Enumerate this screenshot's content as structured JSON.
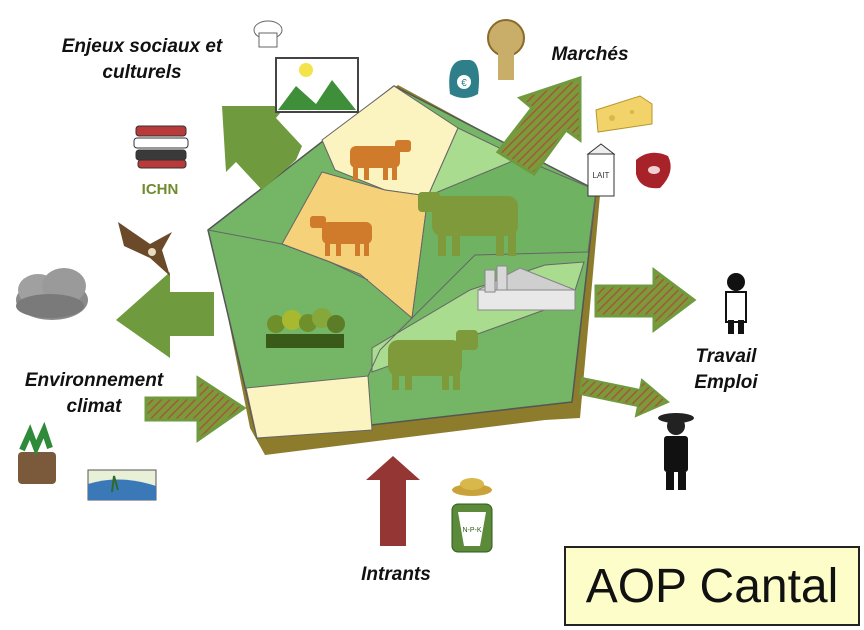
{
  "labels": {
    "social": [
      "Enjeux sociaux et",
      "culturels"
    ],
    "markets": "Marchés",
    "work": [
      "Travail",
      "Emploi"
    ],
    "environment": [
      "Environnement",
      "climat"
    ],
    "inputs": "Intrants",
    "ichn": "ICHN"
  },
  "icons": {
    "milk_carton": "LAIT",
    "bag": "N-P-K"
  },
  "title": "AOP Cantal",
  "colors": {
    "arrow_green": "#6f9a3d",
    "arrow_hatched": "#8a5a3c",
    "arrow_dark_red": "#943634",
    "field_green": "#74b566",
    "field_light": "#a9dc8e",
    "field_yellow": "#f5d27a",
    "field_cream": "#fbf3c0",
    "cow_orange": "#d07a2b",
    "cow_olive": "#7f9a3a",
    "base_shadow": "#8a7a2a"
  }
}
